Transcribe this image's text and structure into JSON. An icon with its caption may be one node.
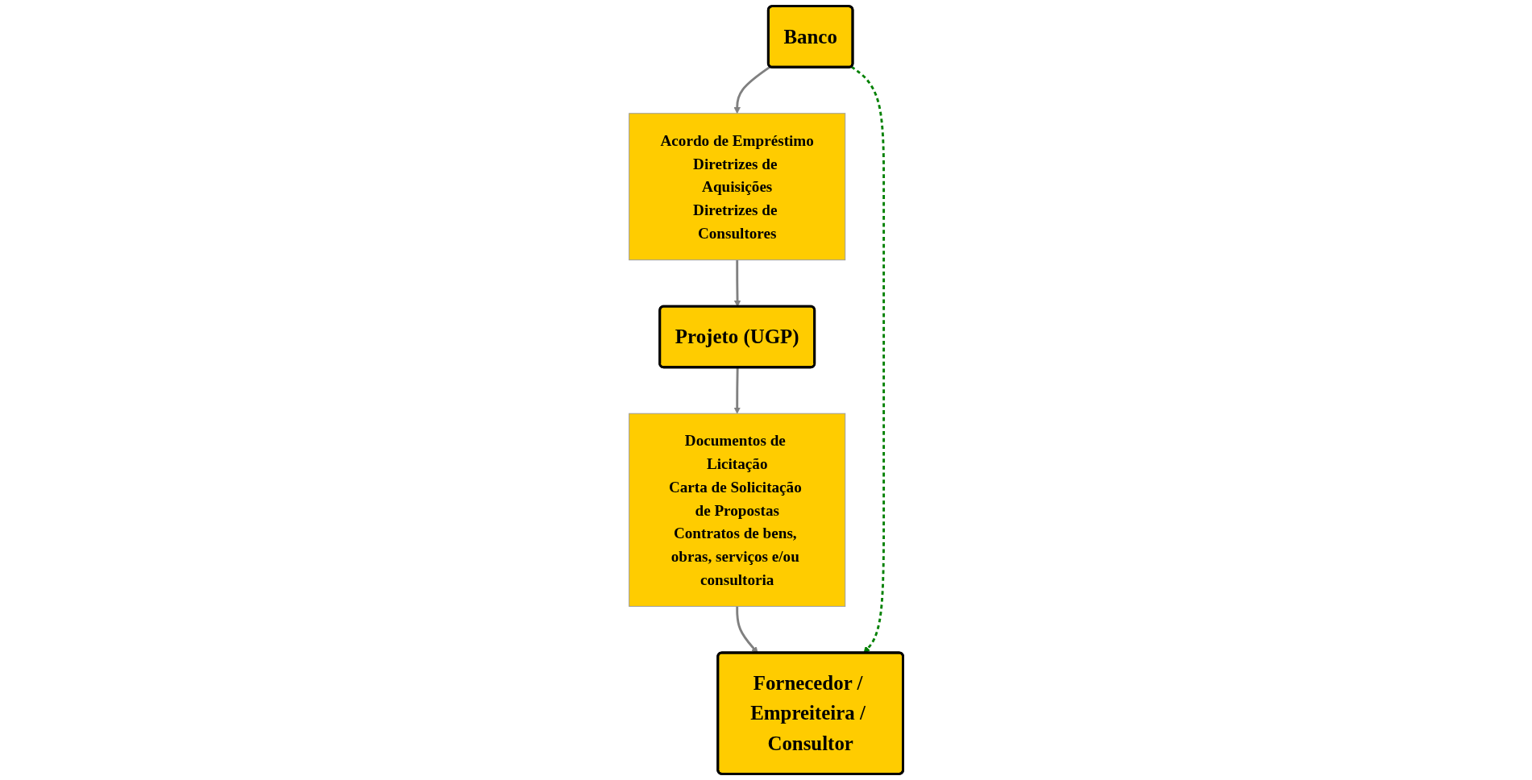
{
  "diagram": {
    "nodes": [
      {
        "text": [
          "Banco"
        ]
      },
      {
        "text": [
          "Acordo de Empréstimo",
          "Diretrizes de Aquisições",
          "Diretrizes de Consultores"
        ]
      },
      {
        "text": [
          "Projeto (UGP)"
        ]
      },
      {
        "text": [
          "Documentos de Licitação",
          "Carta de Solicitação de Propostas",
          "Contratos de bens, obras, serviços e/ou consultoria"
        ]
      },
      {
        "text": [
          "Fornecedor / Empreiteira / Consultor"
        ]
      }
    ],
    "edges": [
      {
        "from": 0,
        "to": 1,
        "arrow": "to"
      },
      {
        "from": 1,
        "to": 2,
        "arrow": "to"
      },
      {
        "from": 2,
        "to": 3,
        "arrow": "to"
      },
      {
        "from": 3,
        "to": 4,
        "arrow": "to"
      },
      {
        "from": 0,
        "to": 4,
        "arrow": "to",
        "style": "dashed",
        "color": "#008000"
      }
    ]
  }
}
